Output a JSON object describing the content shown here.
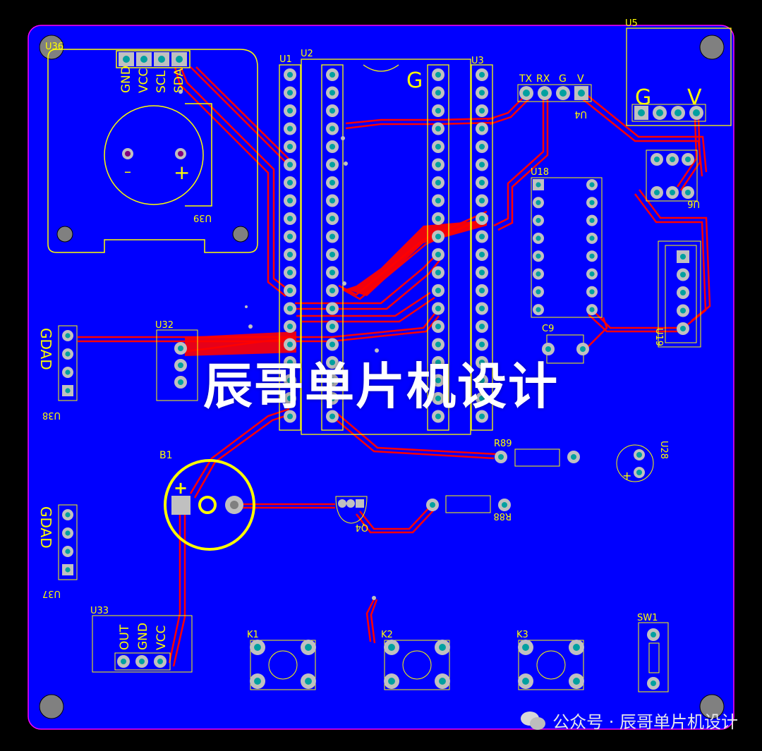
{
  "watermark": {
    "main": "辰哥单片机设计",
    "footer": "公众号 · 辰哥单片机设计"
  },
  "colors": {
    "board": "#0000ff",
    "trace": "#ff0000",
    "silk": "#ffff00",
    "pad": "#c0c0c0",
    "hole": "#00a0a0"
  },
  "labels": {
    "u36": "U36",
    "u1": "U1",
    "u2": "U2",
    "u3": "U3",
    "u5": "U5",
    "u4": "U4",
    "u18": "U18",
    "u39": "U39",
    "u6": "U6",
    "u19": "U19",
    "c9": "C9",
    "u32": "U32",
    "u38": "U38",
    "b1": "B1",
    "r89": "R89",
    "r88": "R88",
    "u28": "U28",
    "q4": "Q4",
    "u37": "U37",
    "u33": "U33",
    "k1": "K1",
    "k2": "K2",
    "k3": "K3",
    "sw1": "SW1"
  },
  "pins": {
    "u36": [
      "GND",
      "VCC",
      "SCL",
      "SDA"
    ],
    "u4": [
      "TX",
      "RX",
      "G",
      "V"
    ],
    "u5": [
      "G",
      "V"
    ],
    "u33": [
      "OUT",
      "GND",
      "VCC"
    ],
    "u38": [
      "GDAD"
    ],
    "u37": [
      "GDAD"
    ]
  },
  "marks": {
    "minus": "–",
    "plus": "+",
    "g": "G"
  }
}
